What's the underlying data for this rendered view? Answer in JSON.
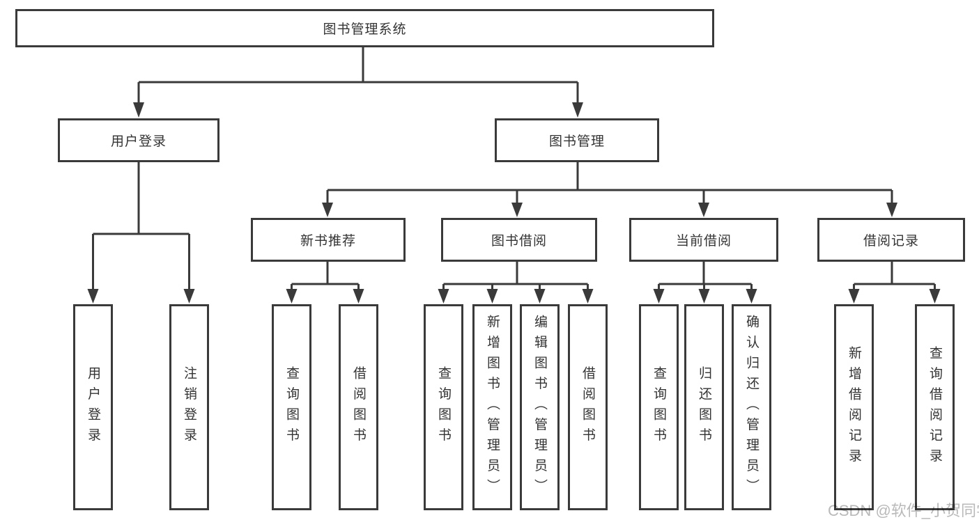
{
  "diagram": {
    "root": {
      "label": "图书管理系统"
    },
    "level2": {
      "user_login": {
        "label": "用户登录"
      },
      "book_management": {
        "label": "图书管理"
      }
    },
    "level3": {
      "new_book_recommend": {
        "label": "新书推荐"
      },
      "book_borrow": {
        "label": "图书借阅"
      },
      "current_borrow": {
        "label": "当前借阅"
      },
      "borrow_records": {
        "label": "借阅记录"
      }
    },
    "leaves": {
      "user_login": {
        "label": "用户登录"
      },
      "logout": {
        "label": "注销登录"
      },
      "query_book_1": {
        "label": "查询图书"
      },
      "borrow_book_1": {
        "label": "借阅图书"
      },
      "query_book_2": {
        "label": "查询图书"
      },
      "add_book_admin": {
        "label": "新增图书（管理员）"
      },
      "edit_book_admin": {
        "label": "编辑图书（管理员）"
      },
      "borrow_book_2": {
        "label": "借阅图书"
      },
      "query_book_3": {
        "label": "查询图书"
      },
      "return_book": {
        "label": "归还图书"
      },
      "confirm_return_admin": {
        "label": "确认归还（管理员）"
      },
      "add_borrow_record": {
        "label": "新增借阅记录"
      },
      "query_borrow_record": {
        "label": "查询借阅记录"
      }
    },
    "colors": {
      "line": "#3a3a3a",
      "text": "#333333",
      "background": "#ffffff",
      "watermark": "#b9b9b9"
    }
  },
  "watermark": {
    "text": "CSDN @软件_小贺同学"
  }
}
